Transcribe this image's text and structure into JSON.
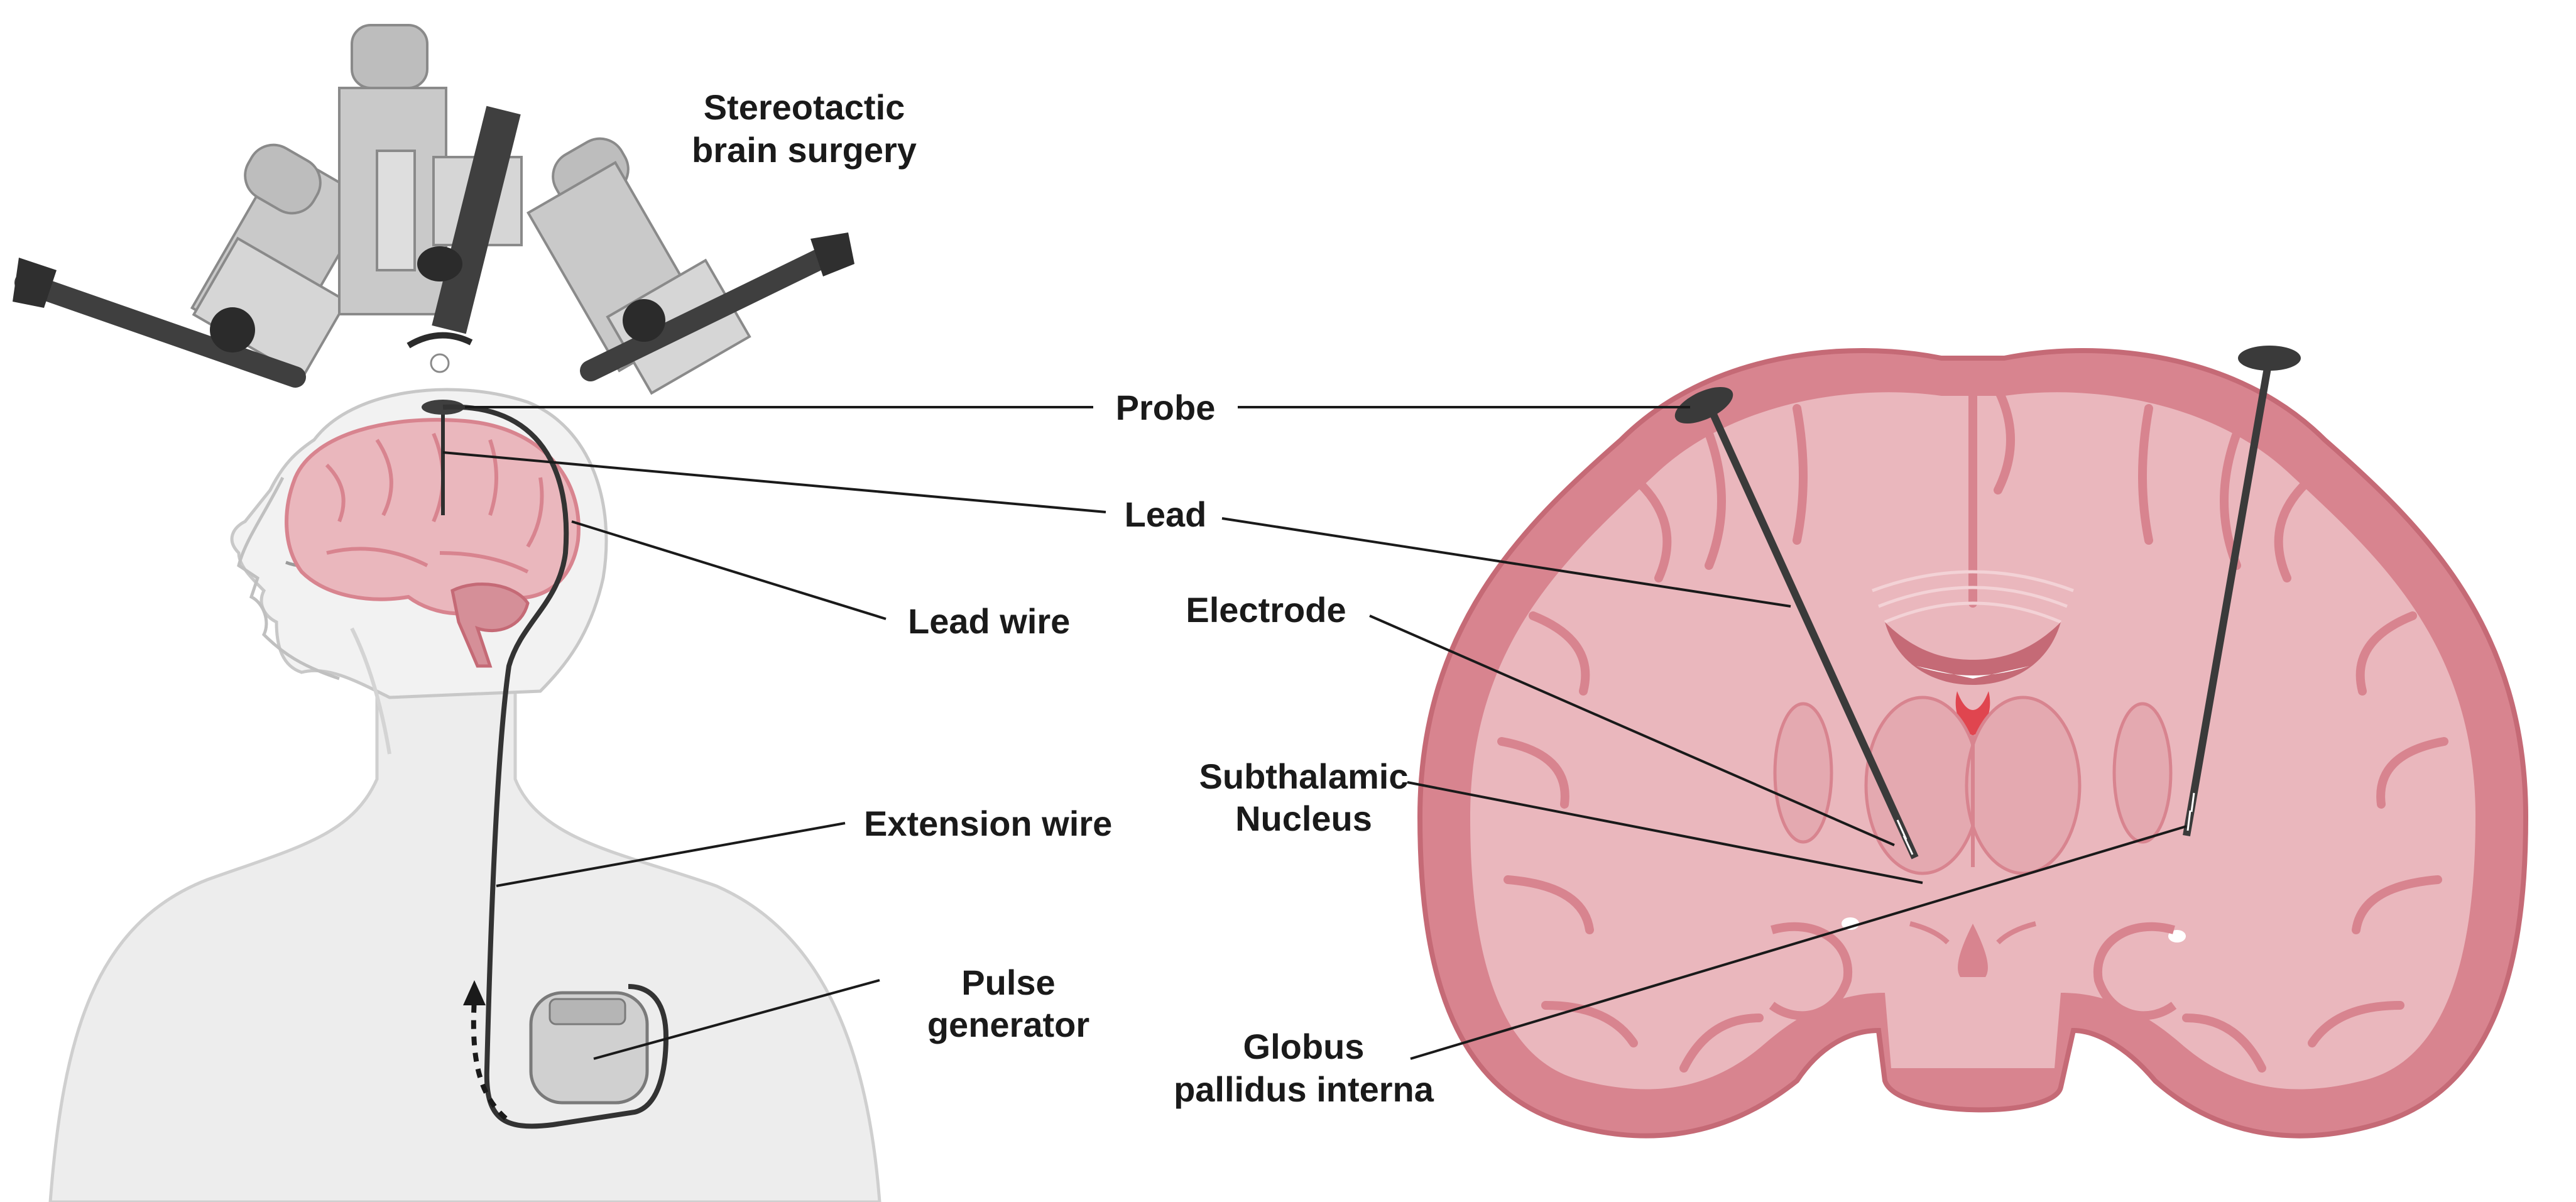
{
  "labels": {
    "stereotactic_line1": "Stereotactic",
    "stereotactic_line2": "brain surgery",
    "probe": "Probe",
    "lead": "Lead",
    "lead_wire": "Lead wire",
    "electrode": "Electrode",
    "subthalamic_line1": "Subthalamic",
    "subthalamic_line2": "Nucleus",
    "extension_wire": "Extension wire",
    "pulse_line1": "Pulse",
    "pulse_line2": "generator",
    "globus_line1": "Globus",
    "globus_line2": "pallidus interna"
  },
  "colors": {
    "brain_tissue": "#eab7bd",
    "brain_gyri": "#d8848f",
    "brain_gyri_dark": "#c56a76",
    "ventricle_red": "#e0454f",
    "skin": "#ececec",
    "skin_outline": "#cfcfcf",
    "device_gray": "#9a9a9a",
    "probe_dark": "#3a3a3a",
    "text": "#1a1a1a"
  }
}
